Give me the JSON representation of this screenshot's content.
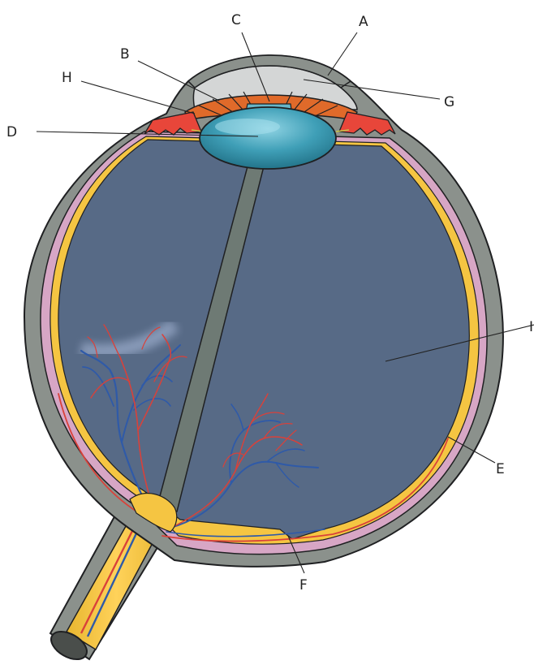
{
  "diagram": {
    "labels": {
      "A": "A",
      "B": "B",
      "C": "C",
      "D": "D",
      "E": "E",
      "F": "F",
      "G": "G",
      "H": "H",
      "I": "I"
    },
    "colors": {
      "sclera": "#8b918c",
      "choroid": "#d7a6c5",
      "retina": "#f5c542",
      "vitreous": "#576a86",
      "lens": "#3f9fb7",
      "iris": "#e06a2a",
      "ciliary": "#e8463a",
      "aqueous": "#d4d6d6",
      "vessel_red": "#d9413a",
      "vessel_blue": "#2f5aa8",
      "outline": "#1f2022"
    }
  }
}
